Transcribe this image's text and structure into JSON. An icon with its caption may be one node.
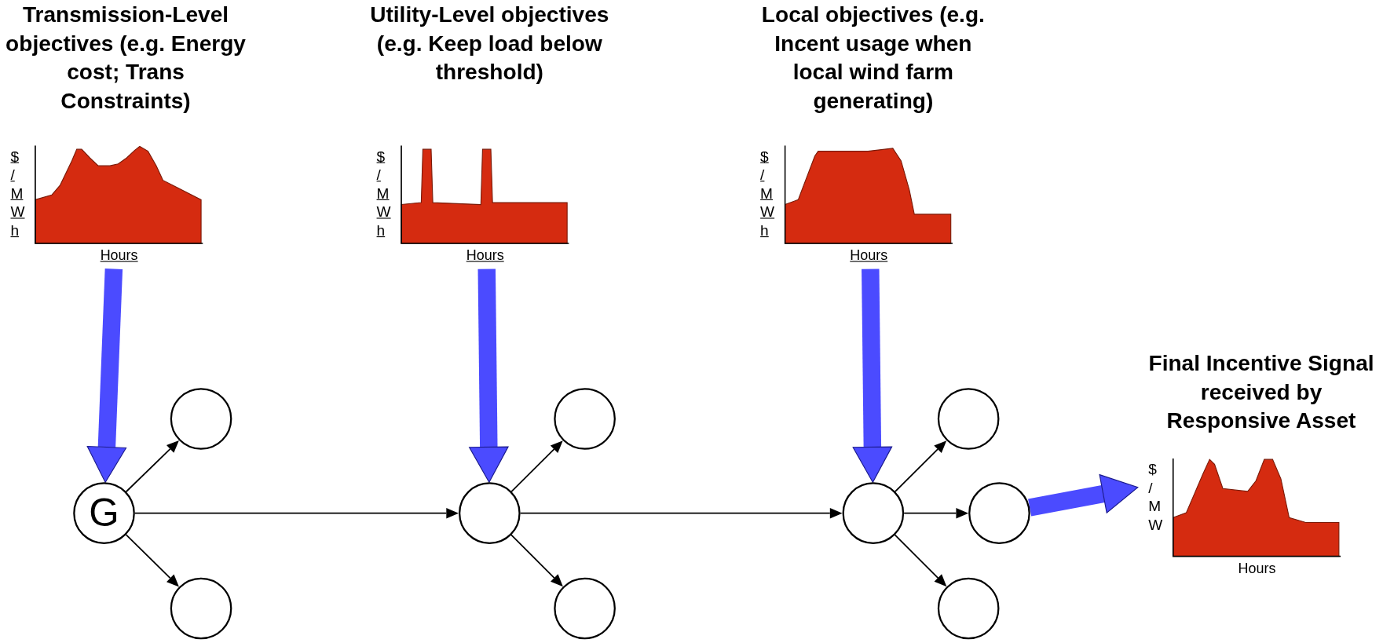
{
  "diagram": {
    "nodes": [
      {
        "text": [
          "Transmission-Level objectives (e.g. Energy cost; Trans Constraints)",
          "$ / M W h",
          "Hours"
        ]
      },
      {
        "text": [
          "Utility-Level objectives (e.g. Keep load below threshold)",
          "$ / M W h",
          "Hours"
        ]
      },
      {
        "text": [
          "Local objectives (e.g. Incent usage when local wind farm generating)",
          "$ / M W h",
          "Hours"
        ]
      },
      {
        "text": [
          "Final Incentive Signal received by Responsive Asset",
          "$ / M W",
          "Hours"
        ]
      },
      {
        "text": [
          "G"
        ]
      },
      {
        "text": [],
        "shape": "circle"
      },
      {
        "text": [],
        "shape": "circle"
      },
      {
        "text": [],
        "shape": "circle"
      },
      {
        "text": [],
        "shape": "circle"
      },
      {
        "text": [],
        "shape": "circle"
      },
      {
        "text": [],
        "shape": "circle"
      },
      {
        "text": [],
        "shape": "circle"
      },
      {
        "text": [],
        "shape": "circle"
      },
      {
        "text": [],
        "shape": "circle"
      }
    ],
    "edges": [
      {
        "from": 0,
        "to": 4,
        "arrow": "to",
        "style": "thick",
        "color": "#4b4bff"
      },
      {
        "from": 1,
        "to": 7,
        "arrow": "to",
        "style": "thick",
        "color": "#4b4bff"
      },
      {
        "from": 2,
        "to": 10,
        "arrow": "to",
        "style": "thick",
        "color": "#4b4bff"
      },
      {
        "from": 4,
        "to": 5,
        "arrow": "to"
      },
      {
        "from": 4,
        "to": 6,
        "arrow": "to"
      },
      {
        "from": 4,
        "to": 7,
        "arrow": "to"
      },
      {
        "from": 7,
        "to": 8,
        "arrow": "to"
      },
      {
        "from": 7,
        "to": 9,
        "arrow": "to"
      },
      {
        "from": 7,
        "to": 10,
        "arrow": "to"
      },
      {
        "from": 10,
        "to": 11,
        "arrow": "to"
      },
      {
        "from": 10,
        "to": 12,
        "arrow": "to"
      },
      {
        "from": 10,
        "to": 13,
        "arrow": "to"
      },
      {
        "from": 12,
        "to": 3,
        "arrow": "to",
        "style": "thick",
        "color": "#4b4bff"
      }
    ]
  }
}
